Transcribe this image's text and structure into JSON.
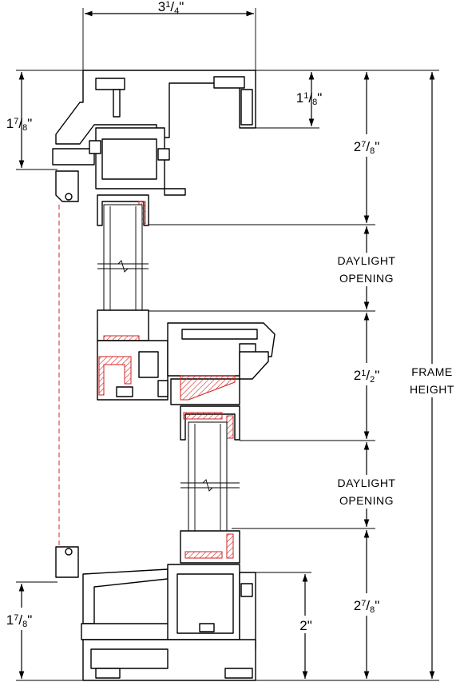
{
  "dimensions": {
    "top_width": {
      "whole": "3",
      "num": "1",
      "den": "4"
    },
    "head_left": {
      "whole": "1",
      "num": "7",
      "den": "8"
    },
    "head_right_small": {
      "whole": "1",
      "num": "1",
      "den": "8"
    },
    "head_right": {
      "whole": "2",
      "num": "7",
      "den": "8"
    },
    "meeting_rail": {
      "whole": "2",
      "num": "1",
      "den": "2"
    },
    "sill_right": {
      "whole": "2",
      "num": "7",
      "den": "8"
    },
    "sill_left": {
      "whole": "1",
      "num": "7",
      "den": "8"
    },
    "sill_inner": "2\""
  },
  "labels": {
    "daylight_upper_1": "DAYLIGHT",
    "daylight_upper_2": "OPENING",
    "daylight_lower_1": "DAYLIGHT",
    "daylight_lower_2": "OPENING",
    "frame_height_1": "FRAME",
    "frame_height_2": "HEIGHT"
  },
  "inch_mark": "\"",
  "colors": {
    "line": "#000000",
    "accent": "#d42020"
  }
}
